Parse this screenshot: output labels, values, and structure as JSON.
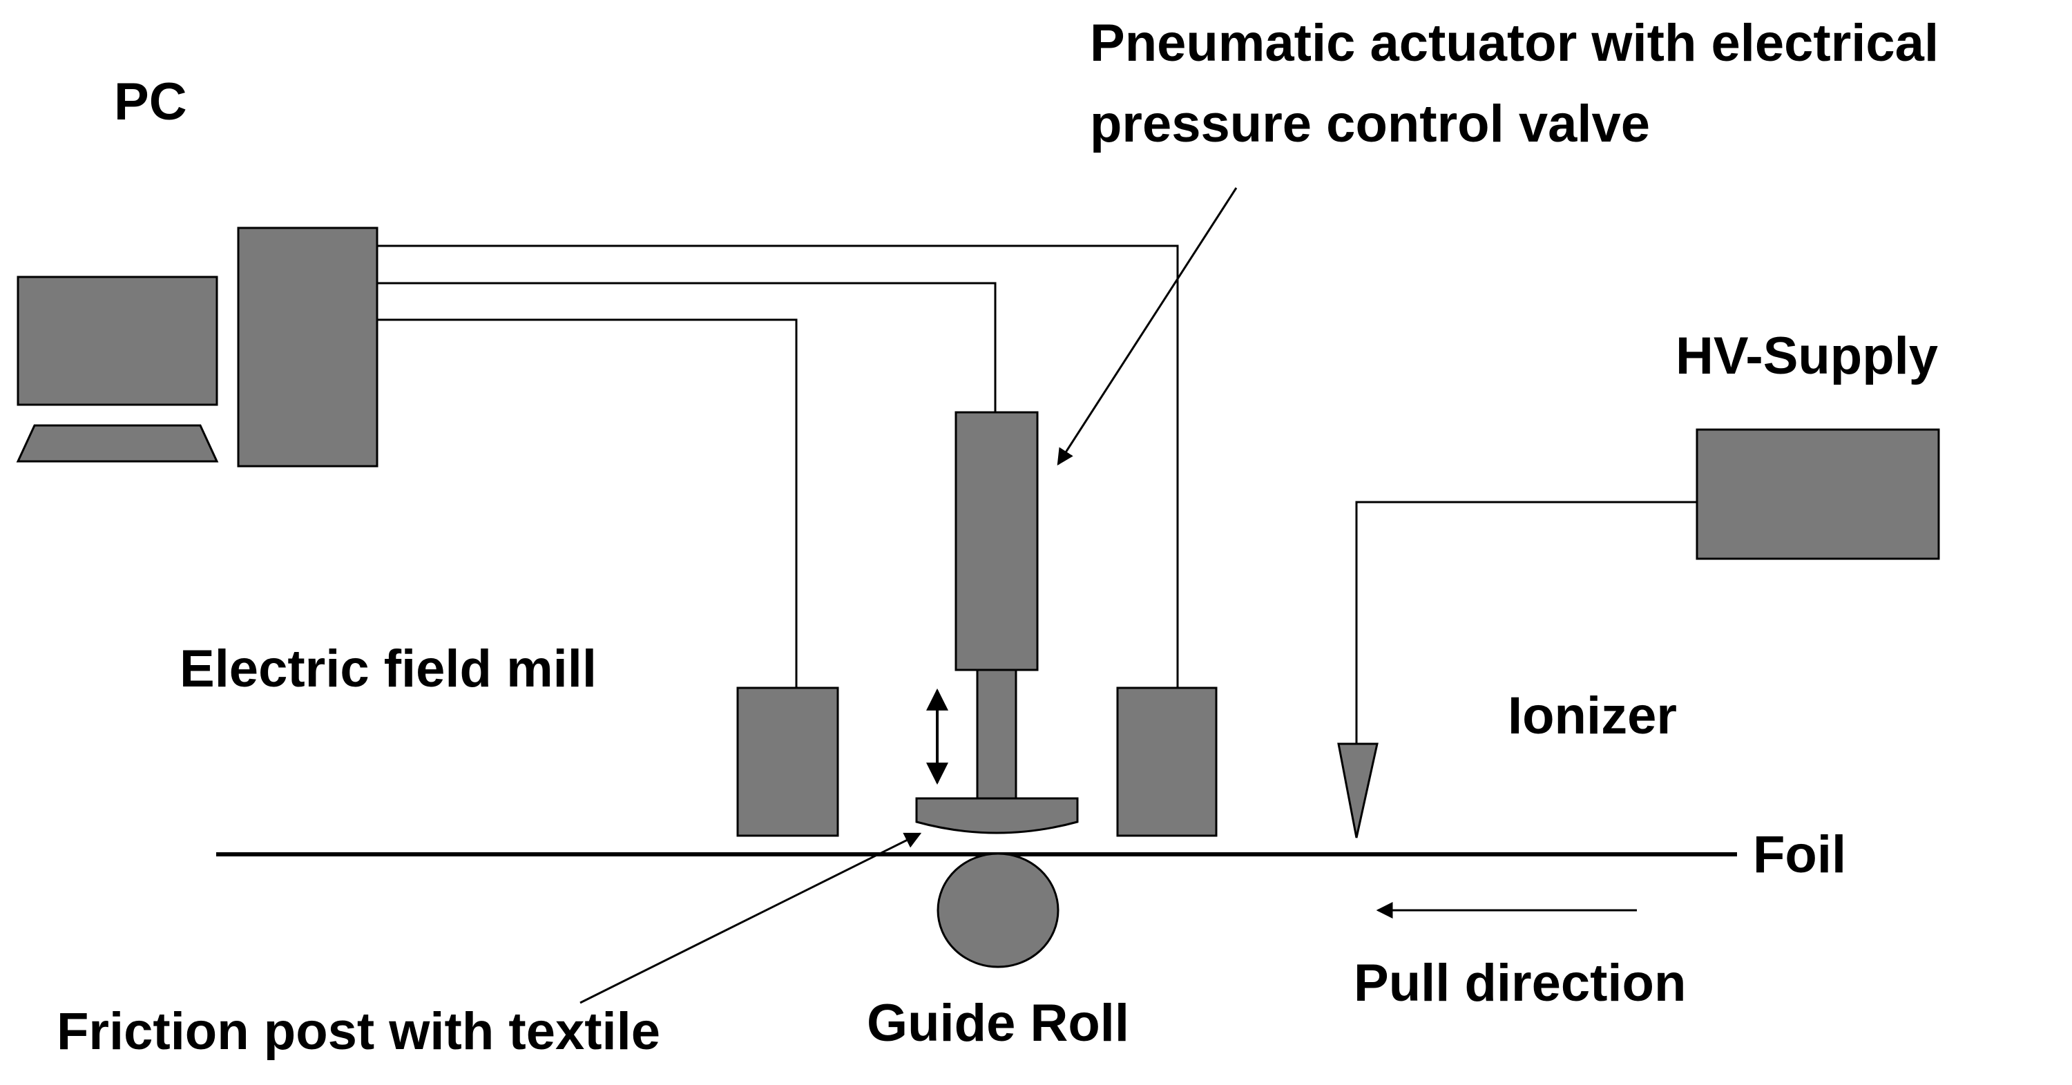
{
  "labels": {
    "pc": "PC",
    "actuator_line1": "Pneumatic actuator with electrical",
    "actuator_line2": "pressure control valve",
    "hv_supply": "HV-Supply",
    "field_mill": "Electric field mill",
    "ionizer": "Ionizer",
    "foil": "Foil",
    "pull_direction": "Pull direction",
    "friction_post": "Friction post with textile",
    "guide_roll": "Guide Roll"
  },
  "colors": {
    "component_fill": "#7a7a7a",
    "line": "#000000",
    "background": "#ffffff"
  }
}
